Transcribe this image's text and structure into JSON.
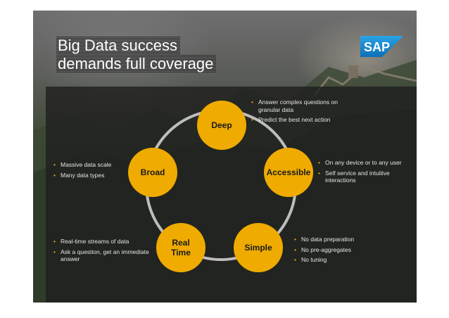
{
  "slide": {
    "title_lines": [
      "Big Data success",
      "demands full coverage"
    ],
    "logo_text": "SAP"
  },
  "diagram": {
    "nodes": [
      {
        "id": "deep",
        "label": "Deep"
      },
      {
        "id": "accessible",
        "label": "Accessible"
      },
      {
        "id": "simple",
        "label": "Simple"
      },
      {
        "id": "real-time",
        "label": "Real Time",
        "lines": [
          "Real",
          "Time"
        ]
      },
      {
        "id": "broad",
        "label": "Broad"
      }
    ],
    "bullets": {
      "deep": [
        "Answer complex questions on granular data",
        "Predict the best next action"
      ],
      "accessible": [
        "On any device or to any user",
        "Self service and intuitive interactions"
      ],
      "simple": [
        "No data preparation",
        "No pre-aggregates",
        "No tuning"
      ],
      "real_time": [
        "Real-time streams of data",
        "Ask a question, get an immediate answer"
      ],
      "broad": [
        "Massive data scale",
        "Many data types"
      ]
    }
  },
  "colors": {
    "node_fill": "#efab00",
    "ring": "#bdbdbd",
    "bullet": "#efab00",
    "sap_blue": "#1a8ad1"
  }
}
